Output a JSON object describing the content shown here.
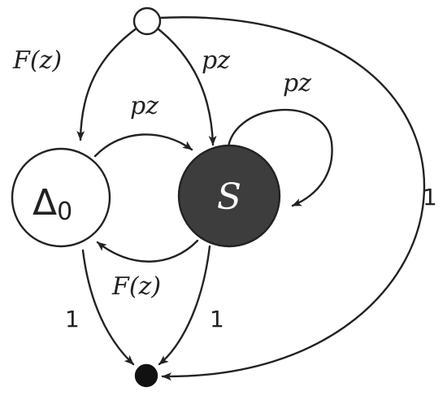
{
  "colors": {
    "stroke": "#222222",
    "s_fill": "#3d3d3d",
    "s_text": "#ffffff",
    "sink_fill": "#111111",
    "open_fill": "#ffffff"
  },
  "nodes": {
    "delta0": {
      "symbol": "Δ",
      "subscript": "0"
    },
    "s": {
      "label": "S"
    }
  },
  "edges": {
    "source_to_delta0": "F(z)",
    "source_to_s": "pz",
    "delta0_to_s": "pz",
    "s_self_loop": "pz",
    "s_to_delta0": "F(z)",
    "delta0_to_sink": "1",
    "s_to_sink": "1",
    "source_to_sink": "1"
  }
}
